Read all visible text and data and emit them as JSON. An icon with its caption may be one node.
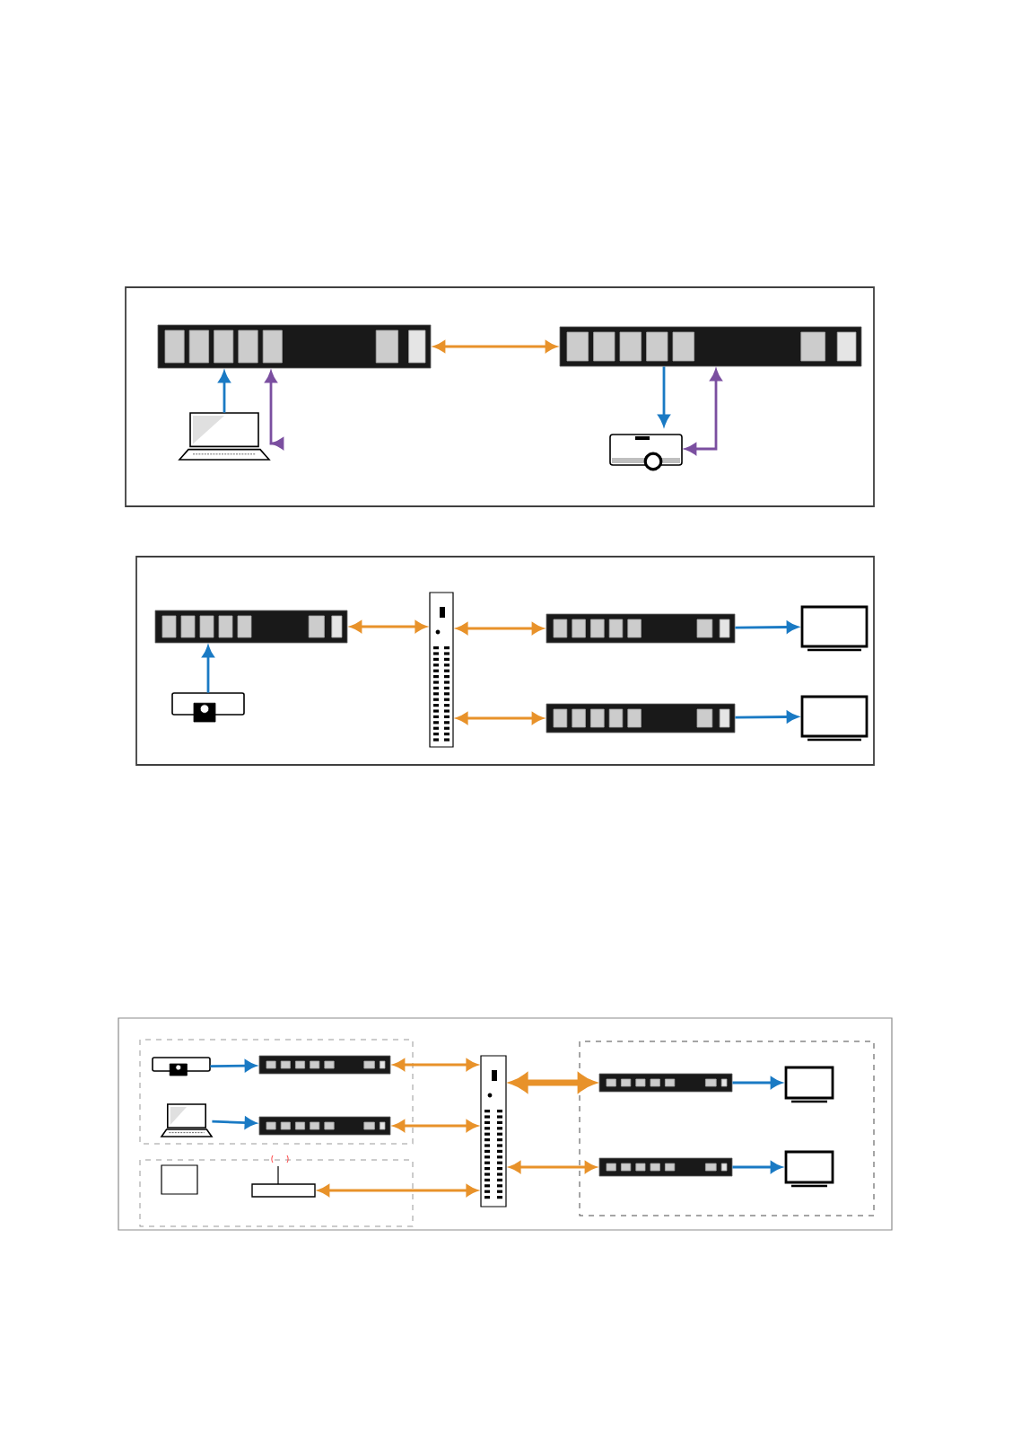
{
  "diagram": {
    "nodes": [
      {
        "text": [],
        "shape": "box"
      },
      {
        "text": [],
        "shape": "box"
      },
      {
        "text": [],
        "shape": "picture"
      },
      {
        "text": [],
        "shape": "picture"
      },
      {
        "text": [],
        "shape": "box"
      },
      {
        "text": [],
        "shape": "picture"
      },
      {
        "text": [],
        "shape": "box"
      },
      {
        "text": [],
        "shape": "box"
      },
      {
        "text": [],
        "shape": "box"
      },
      {
        "text": [],
        "shape": "box"
      },
      {
        "text": [],
        "shape": "box"
      },
      {
        "text": [],
        "shape": "picture"
      },
      {
        "text": [],
        "shape": "box"
      },
      {
        "text": [],
        "shape": "picture"
      },
      {
        "text": [],
        "shape": "box"
      },
      {
        "text": [],
        "shape": "box"
      },
      {
        "text": [],
        "shape": "picture"
      },
      {
        "text": [],
        "shape": "box"
      },
      {
        "text": [],
        "shape": "box"
      },
      {
        "text": [],
        "shape": "box"
      },
      {
        "text": [],
        "shape": "box"
      },
      {
        "text": [],
        "shape": "box"
      }
    ],
    "edges": [
      {
        "from": 0,
        "to": 1,
        "arrow": "both",
        "color": "#e8922a"
      },
      {
        "from": 2,
        "to": 0,
        "arrow": "to",
        "color": "#1a7ac4"
      },
      {
        "from": 2,
        "to": 0,
        "arrow": "both",
        "color": "#7b4fa0"
      },
      {
        "from": 1,
        "to": 3,
        "arrow": "to",
        "color": "#1a7ac4"
      },
      {
        "from": 1,
        "to": 3,
        "arrow": "both",
        "color": "#7b4fa0"
      },
      {
        "from": 5,
        "to": 4,
        "arrow": "to",
        "color": "#1a7ac4"
      },
      {
        "from": 4,
        "to": 6,
        "arrow": "both",
        "color": "#e8922a"
      },
      {
        "from": 6,
        "to": 7,
        "arrow": "both",
        "color": "#e8922a"
      },
      {
        "from": 6,
        "to": 8,
        "arrow": "both",
        "color": "#e8922a"
      },
      {
        "from": 7,
        "to": 9,
        "arrow": "to",
        "color": "#1a7ac4"
      },
      {
        "from": 8,
        "to": 10,
        "arrow": "to",
        "color": "#1a7ac4"
      },
      {
        "from": 11,
        "to": 12,
        "arrow": "to",
        "color": "#1a7ac4"
      },
      {
        "from": 13,
        "to": 14,
        "arrow": "to",
        "color": "#1a7ac4"
      },
      {
        "from": 12,
        "to": 17,
        "arrow": "both",
        "color": "#e8922a"
      },
      {
        "from": 14,
        "to": 17,
        "arrow": "both",
        "color": "#e8922a"
      },
      {
        "from": 16,
        "to": 17,
        "arrow": "both",
        "color": "#e8922a"
      },
      {
        "from": 17,
        "to": 18,
        "arrow": "both",
        "color": "#e8922a",
        "style": "thick"
      },
      {
        "from": 17,
        "to": 19,
        "arrow": "both",
        "color": "#e8922a"
      },
      {
        "from": 18,
        "to": 20,
        "arrow": "to",
        "color": "#1a7ac4"
      },
      {
        "from": 19,
        "to": 21,
        "arrow": "to",
        "color": "#1a7ac4"
      }
    ]
  }
}
